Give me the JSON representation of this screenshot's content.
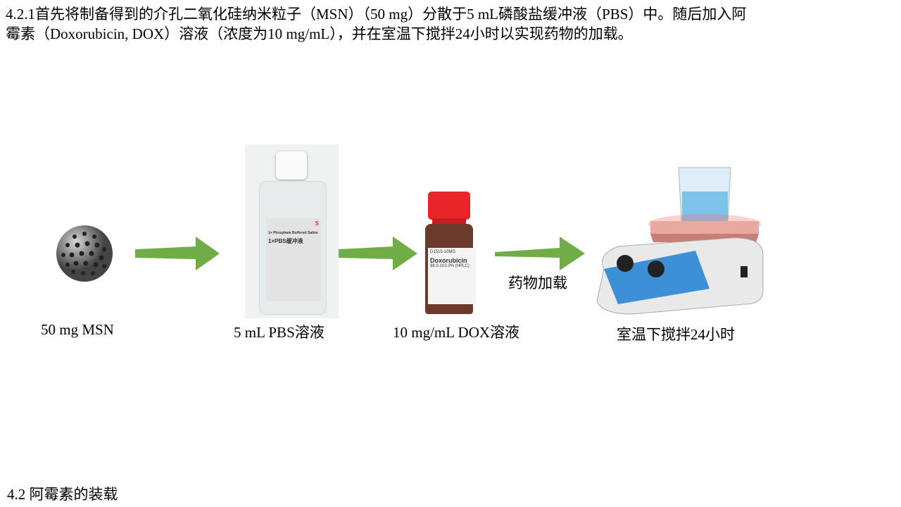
{
  "paragraph": "4.2.1首先将制备得到的介孔二氧化硅纳米粒子（MSN）（50 mg）分散于5 mL磷酸盐缓冲液（PBS）中。随后加入阿霉素（Doxorubicin, DOX）溶液（浓度为10 mg/mL），并在室温下搅拌24小时以实现药物的加载。",
  "steps": [
    {
      "caption": "50 mg MSN"
    },
    {
      "caption": "5 mL PBS溶液",
      "label_en": "1× Phosphate Buffered Saline",
      "label_cn": "1×PBS缓冲液"
    },
    {
      "caption": "10 mg/mL DOX溶液",
      "label_code": "D1515-10MG",
      "label_name": "Doxorubicin",
      "label_purity": "98.0-102.0% (HPLC)"
    },
    {
      "caption": "室温下搅拌24小时"
    }
  ],
  "arrow_label": "药物加载",
  "footer": "4.2 阿霉素的装载",
  "colors": {
    "arrow": "#70ad47",
    "cap": "#e8262a",
    "hotplate": "#e8a9a0",
    "panel": "#3d8fd6"
  }
}
